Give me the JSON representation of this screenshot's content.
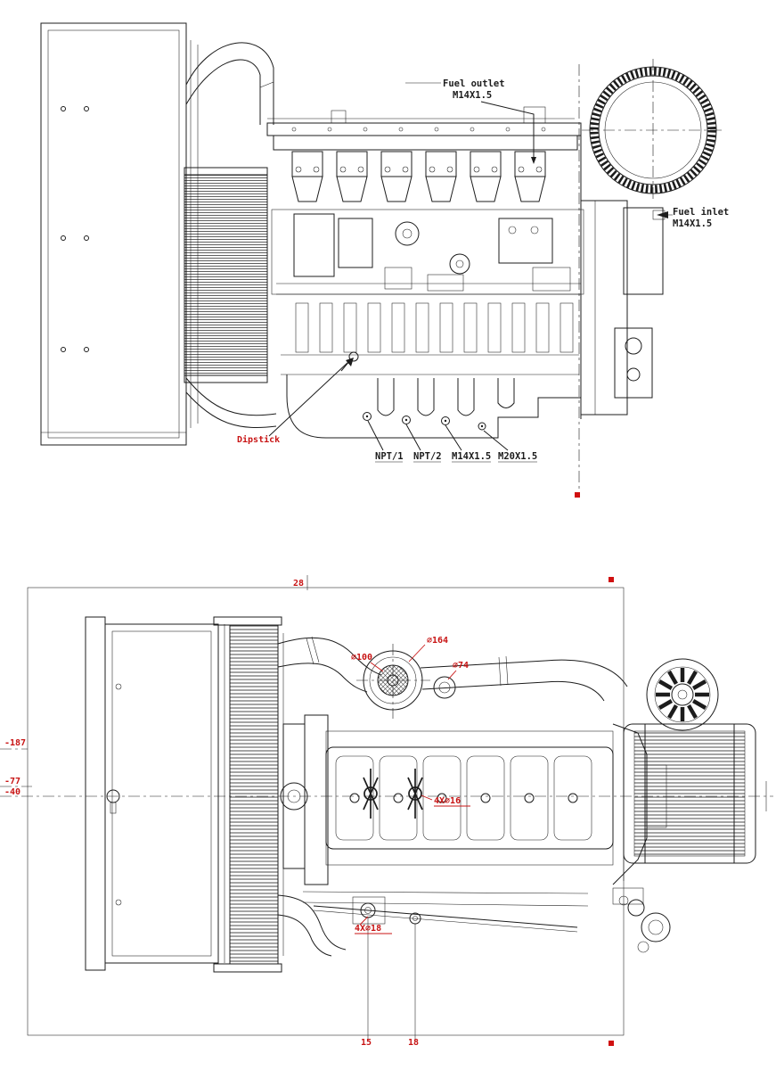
{
  "page": {
    "background": "#ffffff",
    "line_color": "#1c1c1c",
    "annotation_color": "#c81414"
  },
  "side_view": {
    "labels": {
      "fuel_outlet_line1": "Fuel outlet",
      "fuel_outlet_line2": "M14X1.5",
      "fuel_inlet_line1": "Fuel inlet",
      "fuel_inlet_line2": "M14X1.5",
      "dipstick": "Dipstick",
      "drain_1": "NPT/1",
      "drain_2": "NPT/2",
      "drain_3": "M14X1.5",
      "drain_4": "M20X1.5"
    }
  },
  "top_view": {
    "labels": {
      "turbo_flange_dia": "⌀164",
      "turbo_inlet_dia": "⌀100",
      "exhaust_outlet_dia": "⌀74",
      "offset_left": "-187",
      "offset_mid_1": "-77",
      "offset_mid_2": "-40",
      "lifting_holes": "4X⌀16",
      "mounting_holes": "4X⌀18",
      "dim_top": "28",
      "dim_bottom_left": "15",
      "dim_bottom_right": "18"
    }
  }
}
